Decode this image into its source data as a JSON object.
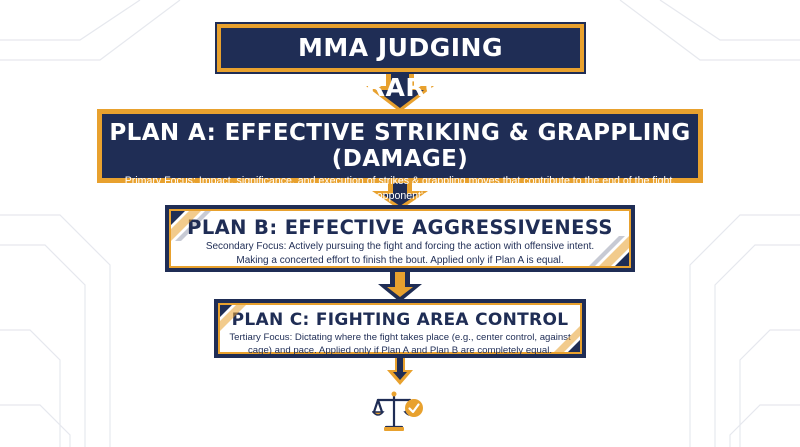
{
  "title": "MMA JUDGING HIERARCHY",
  "plan_a": {
    "heading": "PLAN A: EFFECTIVE STRIKING & GRAPPLING (DAMAGE)",
    "line1": "Primary Focus: Impact, significance, and execution of strikes & grappling moves that contribute to the end of the fight.",
    "line2": "Immediate effect on opponent's ability or condition."
  },
  "plan_b": {
    "heading": "PLAN B: EFFECTIVE AGGRESSIVENESS",
    "line1": "Secondary Focus: Actively pursuing the fight and forcing the action with offensive intent.",
    "line2": "Making a concerted effort to finish the bout. Applied only if Plan A is equal."
  },
  "plan_c": {
    "heading": "PLAN C: FIGHTING AREA CONTROL",
    "line1": "Tertiary Focus: Dictating where the fight takes place (e.g., center control, against",
    "line2": "cage) and pace. Applied only if Plan A and Plan B are completely equal."
  },
  "colors": {
    "navy": "#1f2d55",
    "gold": "#e8a12e",
    "white": "#ffffff"
  },
  "icons": {
    "arrow": "down-arrow-icon",
    "scales": "balance-scale-icon",
    "check": "check-badge-icon"
  }
}
